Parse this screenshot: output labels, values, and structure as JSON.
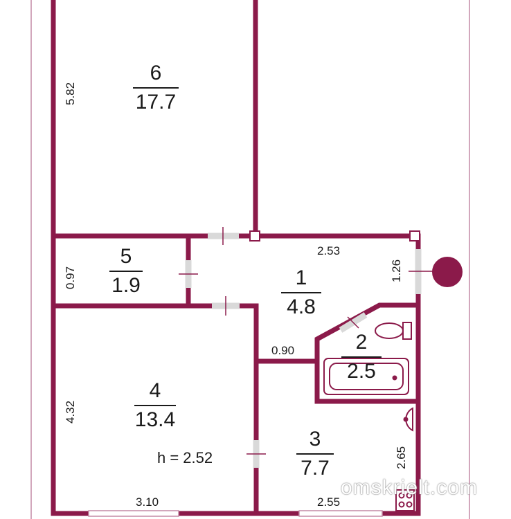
{
  "rooms": [
    {
      "number": "6",
      "area": "17.7"
    },
    {
      "number": "5",
      "area": "1.9"
    },
    {
      "number": "1",
      "area": "4.8"
    },
    {
      "number": "2",
      "area": "2.5"
    },
    {
      "number": "4",
      "area": "13.4"
    },
    {
      "number": "3",
      "area": "7.7"
    }
  ],
  "dimensions": {
    "room6_height": "5.82",
    "room5_height": "0.97",
    "hall_width": "2.53",
    "entry_height": "1.26",
    "passage_width": "0.90",
    "room4_height": "4.32",
    "room3_height": "2.65",
    "room4_width": "3.10",
    "room3_width": "2.55"
  },
  "ceiling_height": "h = 2.52",
  "watermark": "omskrielt.com",
  "colors": {
    "wall": "#8b1a4a",
    "outline": "#c48aa6"
  }
}
